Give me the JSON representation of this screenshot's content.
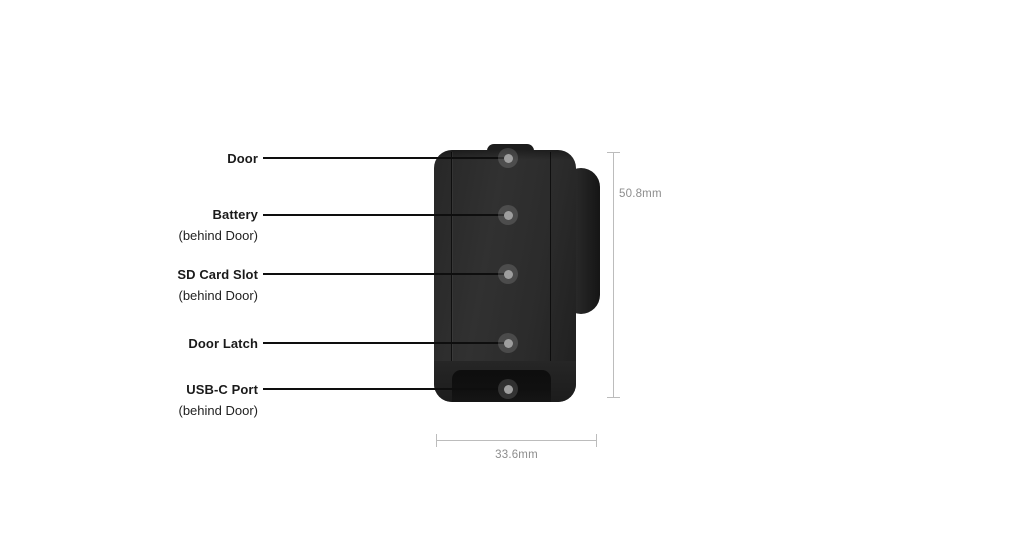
{
  "figure": {
    "type": "product-dimension-diagram",
    "subject": "action-camera-side-view"
  },
  "callouts": [
    {
      "label": "Door",
      "sub": ""
    },
    {
      "label": "Battery",
      "sub": "(behind Door)"
    },
    {
      "label": "SD Card Slot",
      "sub": "(behind Door)"
    },
    {
      "label": "Door Latch",
      "sub": ""
    },
    {
      "label": "USB-C Port",
      "sub": "(behind Door)"
    }
  ],
  "dimensions": {
    "height_label": "50.8mm",
    "width_label": "33.6mm"
  },
  "colors": {
    "background": "#ffffff",
    "label_text": "#1a1a1a",
    "leader_line": "#0e0e0e",
    "dot_core": "#9e9e9e",
    "body_base": "#2b2b2b",
    "latch_band": "#0e0e0e",
    "dimension_line": "#bcbcbc",
    "dimension_text": "#8d8d8d"
  }
}
